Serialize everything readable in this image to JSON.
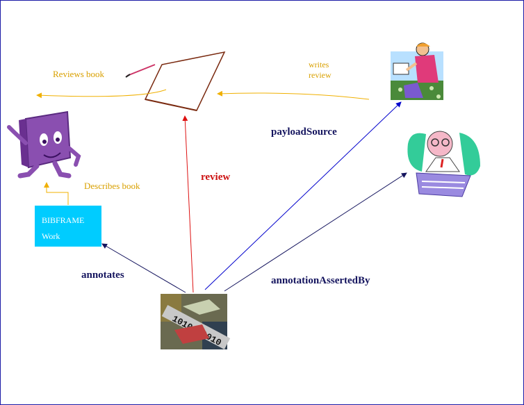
{
  "labels": {
    "reviews_book": "Reviews book",
    "writes": "writes",
    "review_word": "review",
    "describes_book": "Describes book",
    "work_line1": "BIBFRAME",
    "work_line2": "Work",
    "payload_source": "payloadSource",
    "review_edge": "review",
    "annotates": "annotates",
    "annotation_asserted_by": "annotationAssertedBy"
  },
  "icons": {
    "book": "book-character-icon",
    "paper": "paper-and-pen-icon",
    "writer": "writing-person-icon",
    "agent": "person-at-desk-icon",
    "annotation": "binary-handshake-icon"
  },
  "colors": {
    "orange": "#d9a000",
    "navy": "#14145e",
    "red": "#cc1111",
    "blue_arrow": "#0000cc",
    "work_box": "#00ccff",
    "border": "#1a1aa6"
  }
}
